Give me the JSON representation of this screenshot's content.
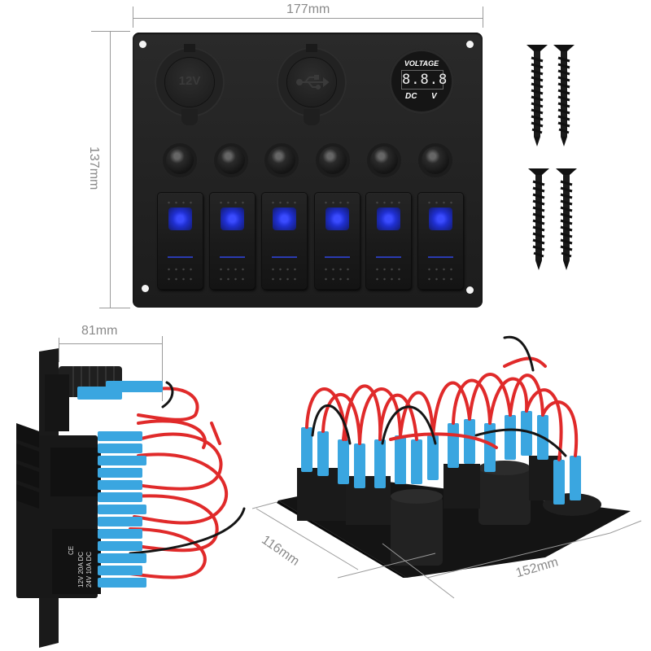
{
  "dimensions": {
    "width": "177mm",
    "height": "137mm",
    "depth": "81mm",
    "base_depth": "116mm",
    "base_width": "152mm"
  },
  "front_panel": {
    "sockets": [
      {
        "type": "cigarette-lighter",
        "label": "12V"
      },
      {
        "type": "usb-charger",
        "label": "USB"
      }
    ],
    "voltmeter": {
      "title": "VOLTAGE",
      "display": "8.8.8",
      "left_label": "DC",
      "right_label": "V"
    },
    "fuse_knob_count": 6,
    "rocker_switch_count": 6,
    "led_color": "#2b3cf0"
  },
  "screws": {
    "count": 4
  },
  "side_view": {
    "switch_label_lines": [
      "CE",
      "12V 20A DC",
      "24V 10A DC"
    ]
  },
  "colors": {
    "panel": "#1e1e1e",
    "wire_red": "#e02a2a",
    "wire_black": "#151515",
    "terminal_blue": "#3aa6e0",
    "dimension_line": "#9a9a9a"
  }
}
